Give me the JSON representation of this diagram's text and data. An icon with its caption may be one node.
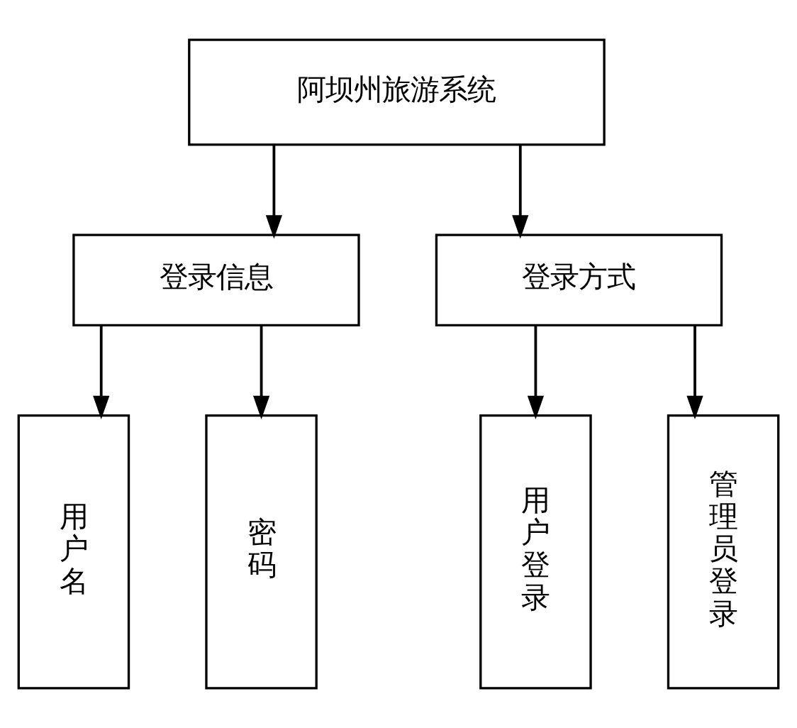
{
  "diagram": {
    "nodes": [
      {
        "text": [
          "阿坝州旅游系统"
        ]
      },
      {
        "text": [
          "登录信息"
        ]
      },
      {
        "text": [
          "登录方式"
        ]
      },
      {
        "text": [
          "用户名"
        ]
      },
      {
        "text": [
          "密码"
        ]
      },
      {
        "text": [
          "用户登录"
        ]
      },
      {
        "text": [
          "管理员登录"
        ]
      }
    ],
    "edges": [
      {
        "from": 0,
        "to": 1,
        "arrow": "to"
      },
      {
        "from": 0,
        "to": 2,
        "arrow": "to"
      },
      {
        "from": 1,
        "to": 3,
        "arrow": "to"
      },
      {
        "from": 1,
        "to": 4,
        "arrow": "to"
      },
      {
        "from": 2,
        "to": 5,
        "arrow": "to"
      },
      {
        "from": 2,
        "to": 6,
        "arrow": "to"
      }
    ]
  }
}
